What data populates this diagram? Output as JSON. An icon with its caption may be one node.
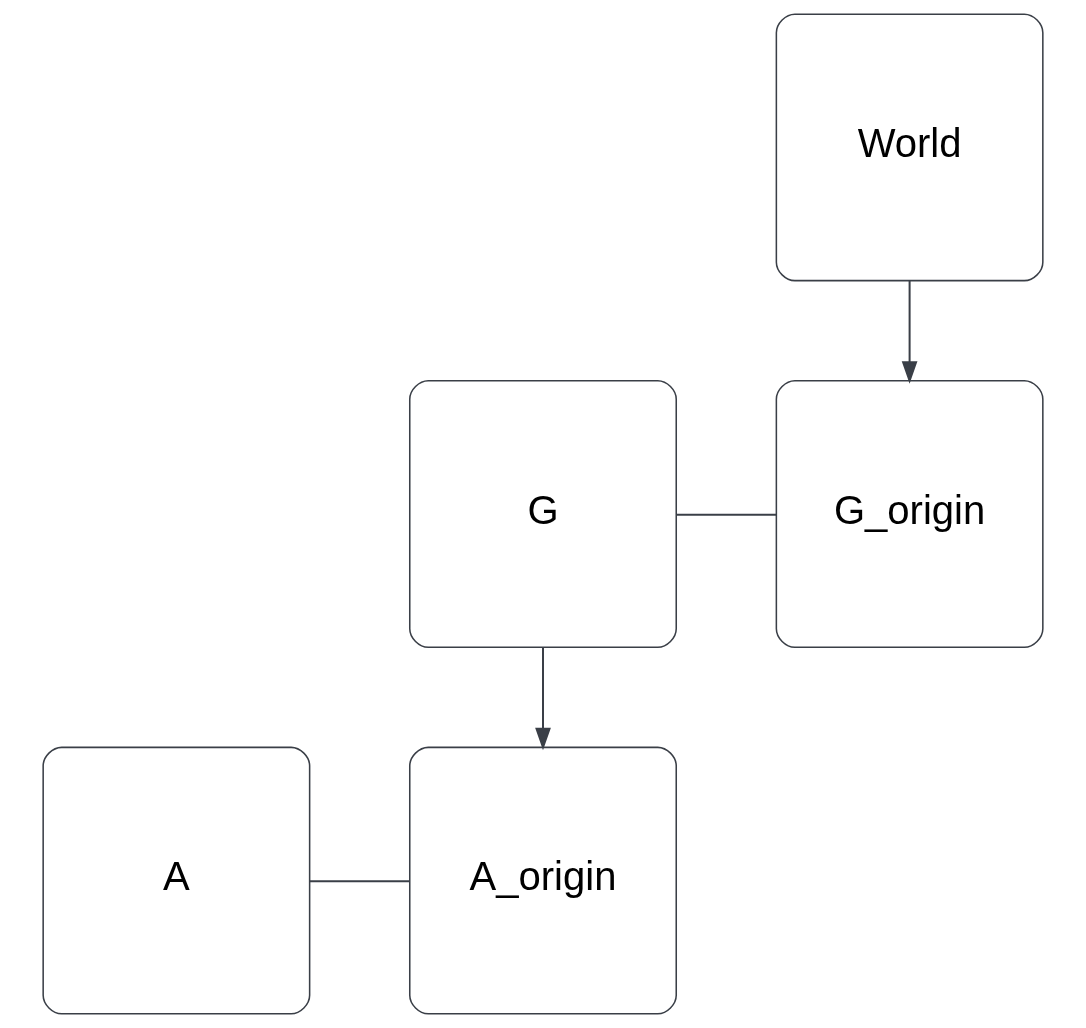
{
  "diagram": {
    "nodes": [
      {
        "text": [
          "World"
        ]
      },
      {
        "text": [
          "G"
        ]
      },
      {
        "text": [
          "G_origin"
        ]
      },
      {
        "text": [
          "A"
        ]
      },
      {
        "text": [
          "A_origin"
        ]
      }
    ],
    "edges": [
      {
        "from": 0,
        "to": 2,
        "arrow": "to"
      },
      {
        "from": 1,
        "to": 2,
        "arrow": "none"
      },
      {
        "from": 1,
        "to": 4,
        "arrow": "to"
      },
      {
        "from": 3,
        "to": 4,
        "arrow": "none"
      }
    ]
  }
}
